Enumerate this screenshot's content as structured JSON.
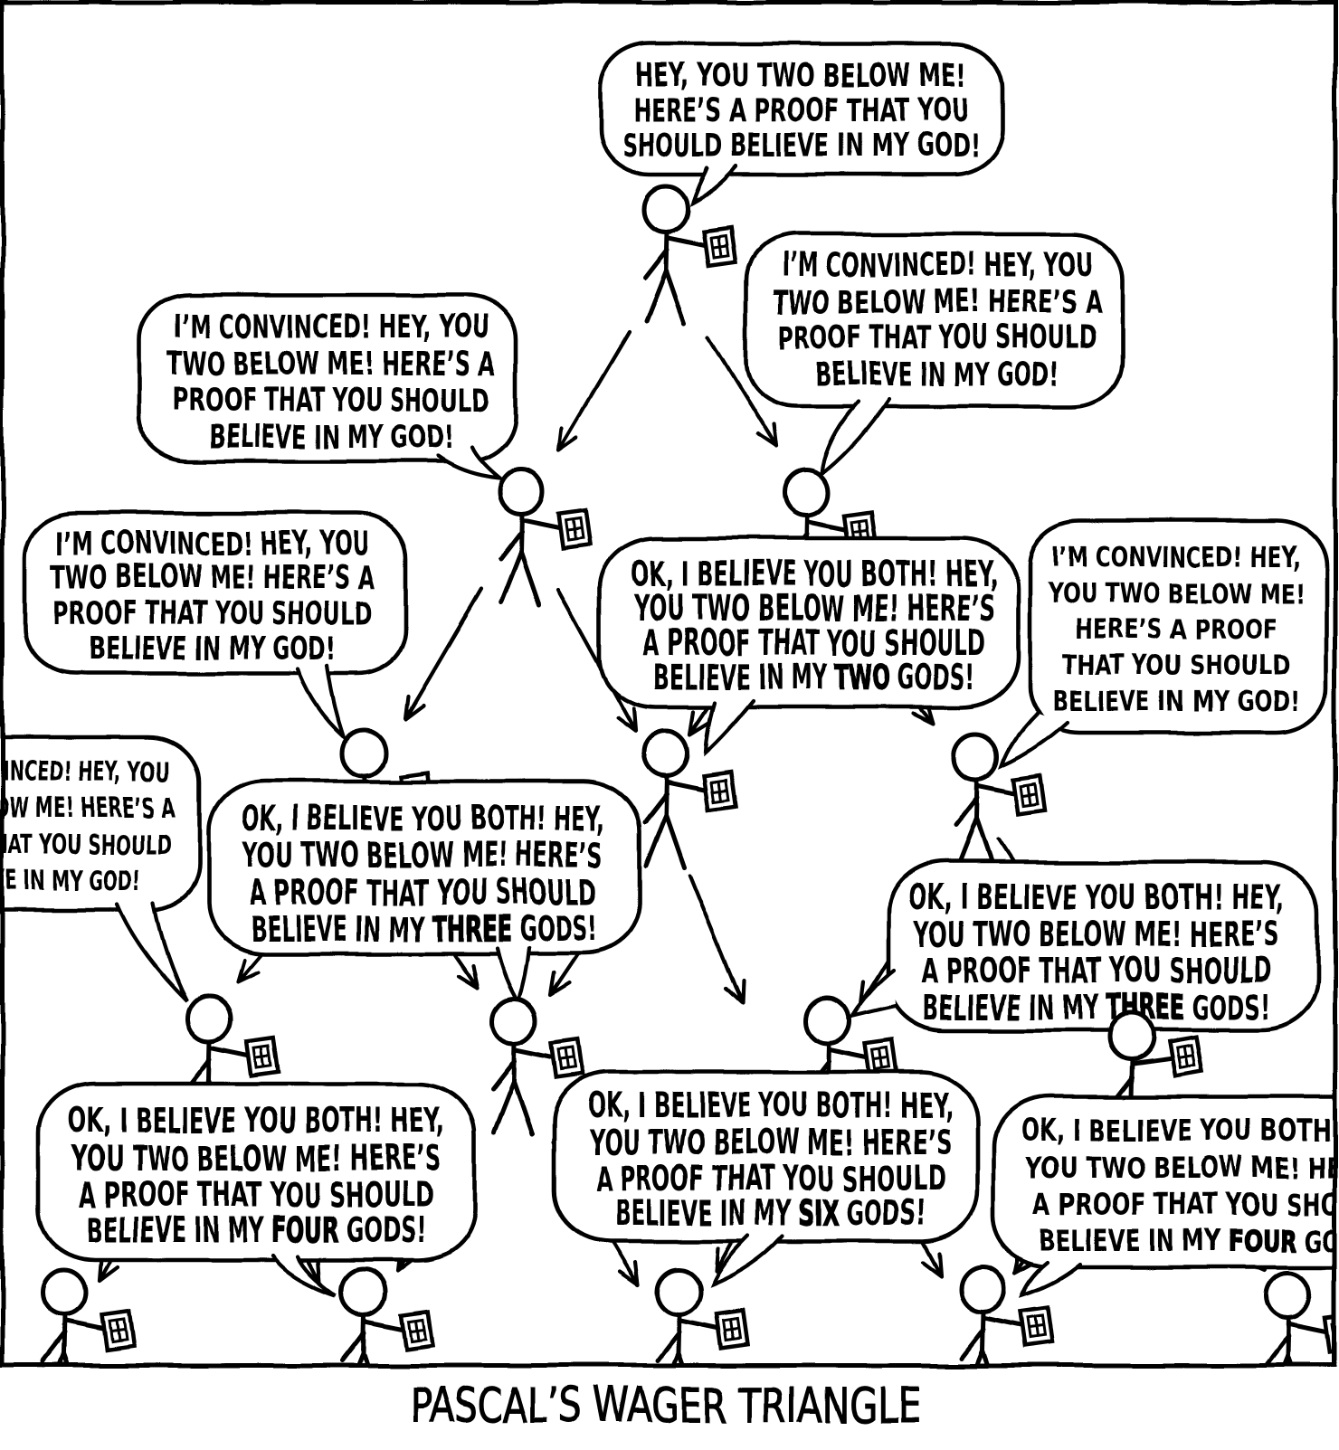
{
  "comic": {
    "caption": "PASCAL’S WAGER TRIANGLE",
    "colors": {
      "ink": "#000000",
      "paper": "#ffffff"
    },
    "bubbles": {
      "r1": {
        "speaker": "row1-figure",
        "lines": [
          "HEY, YOU TWO BELOW ME!",
          "HERE’S A PROOF THAT YOU",
          "SHOULD BELIEVE IN MY GOD!"
        ]
      },
      "r2l": {
        "speaker": "row2-left-figure",
        "lines": [
          "I’M CONVINCED! HEY, YOU",
          "TWO BELOW ME! HERE’S A",
          "PROOF THAT YOU SHOULD",
          "BELIEVE IN MY GOD!"
        ]
      },
      "r2r": {
        "speaker": "row2-right-figure",
        "lines": [
          "I’M CONVINCED! HEY, YOU",
          "TWO BELOW ME! HERE’S A",
          "PROOF THAT YOU SHOULD",
          "BELIEVE IN MY GOD!"
        ]
      },
      "r3l": {
        "speaker": "row3-left-figure",
        "lines": [
          "I’M CONVINCED! HEY, YOU",
          "TWO BELOW ME! HERE’S A",
          "PROOF THAT YOU SHOULD",
          "BELIEVE IN MY GOD!"
        ]
      },
      "r3m": {
        "speaker": "row3-middle-figure",
        "lines": [
          "OK, I BELIEVE YOU BOTH! HEY,",
          "YOU TWO BELOW ME! HERE’S",
          "A PROOF THAT YOU SHOULD"
        ],
        "emphasis_line": {
          "pre": "BELIEVE IN MY ",
          "word": "TWO",
          "post": " GODS!"
        }
      },
      "r3r": {
        "speaker": "row3-right-figure",
        "lines": [
          "I’M CONVINCED! HEY,",
          "YOU TWO BELOW ME!",
          "HERE’S A PROOF",
          "THAT YOU SHOULD",
          "BELIEVE IN MY GOD!"
        ]
      },
      "r4a": {
        "speaker": "row4-figure-1",
        "lines": [
          "I’M CONVINCED! HEY, YOU",
          "TWO BELOW ME! HERE’S A",
          "PROOF THAT YOU SHOULD",
          "BELIEVE IN MY GOD!"
        ]
      },
      "r4b": {
        "speaker": "row4-figure-2",
        "lines": [
          "OK, I BELIEVE YOU BOTH! HEY,",
          "YOU TWO BELOW ME! HERE’S",
          "A PROOF THAT YOU SHOULD"
        ],
        "emphasis_line": {
          "pre": "BELIEVE IN MY ",
          "word": "THREE",
          "post": " GODS!"
        }
      },
      "r4c": {
        "speaker": "row4-figure-3",
        "lines": [
          "OK, I BELIEVE YOU BOTH! HEY,",
          "YOU TWO BELOW ME! HERE’S",
          "A PROOF THAT YOU SHOULD"
        ],
        "emphasis_line": {
          "pre": "BELIEVE IN MY ",
          "word": "THREE",
          "post": " GODS!"
        }
      },
      "r5b": {
        "speaker": "row5-figure-2",
        "lines": [
          "OK, I BELIEVE YOU BOTH! HEY,",
          "YOU TWO BELOW ME! HERE’S",
          "A PROOF THAT YOU SHOULD"
        ],
        "emphasis_line": {
          "pre": "BELIEVE IN MY ",
          "word": "FOUR",
          "post": " GODS!"
        }
      },
      "r5c": {
        "speaker": "row5-figure-3",
        "lines": [
          "OK, I BELIEVE YOU BOTH! HEY,",
          "YOU TWO BELOW ME! HERE’S",
          "A PROOF THAT YOU SHOULD"
        ],
        "emphasis_line": {
          "pre": "BELIEVE IN MY ",
          "word": "SIX",
          "post": " GODS!"
        }
      },
      "r5d": {
        "speaker": "row5-figure-4",
        "lines": [
          "OK, I BELIEVE YOU BOTH! HEY,",
          "YOU TWO BELOW ME! HERE’S",
          "A PROOF THAT YOU SHOULD"
        ],
        "emphasis_line": {
          "pre": "BELIEVE IN MY ",
          "word": "FOUR",
          "post": " GODS!"
        }
      }
    }
  }
}
